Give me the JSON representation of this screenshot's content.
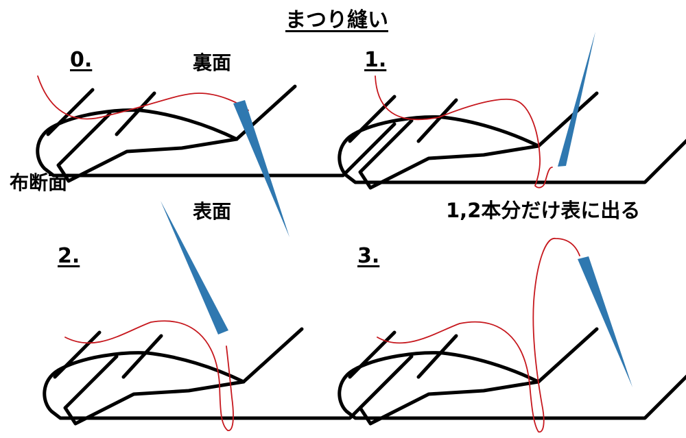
{
  "title": "まつり縫い",
  "steps": [
    "0.",
    "1.",
    "2.",
    "3."
  ],
  "labels": {
    "back_side": "裏面",
    "front_side": "表面",
    "fabric_section": "布断面",
    "note": "1,2本分だけ表に出る"
  },
  "colors": {
    "fabric_line": "#000000",
    "thread": "#c6171d",
    "needle": "#2f78b0"
  }
}
